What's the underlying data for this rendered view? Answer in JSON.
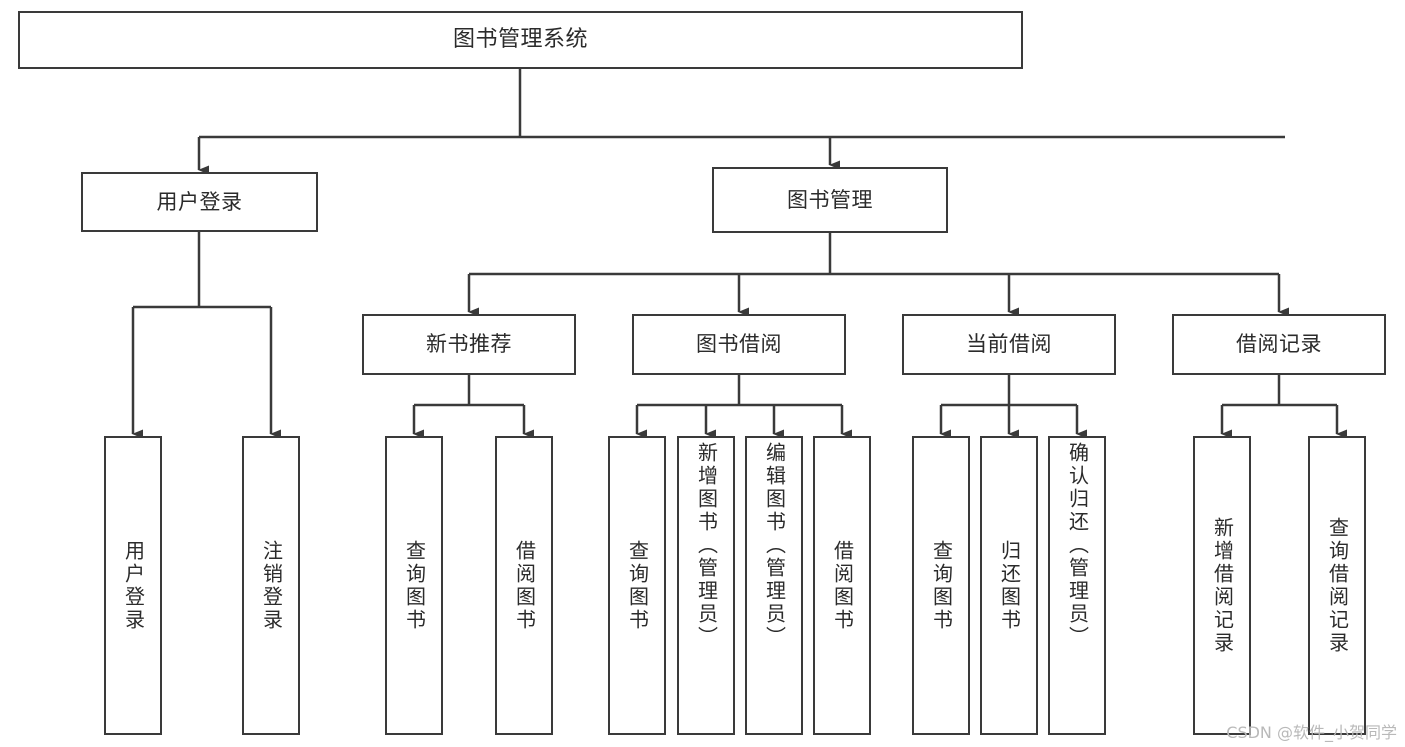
{
  "diagram": {
    "kind": "functional-structure-tree",
    "title": "图书管理系统",
    "stroke_color": "#3a3a3a",
    "background_color": "#ffffff",
    "text_color": "#2b2b2b"
  },
  "nodes": {
    "root": {
      "label": "图书管理系统"
    },
    "level2": [
      {
        "label": "用户登录"
      },
      {
        "label": "图书管理"
      }
    ],
    "level3": [
      {
        "label": "新书推荐"
      },
      {
        "label": "图书借阅"
      },
      {
        "label": "当前借阅"
      },
      {
        "label": "借阅记录"
      }
    ],
    "leaves": {
      "user_login": [
        {
          "label": "用户登录"
        },
        {
          "label": "注销登录"
        }
      ],
      "new_book_recommend": [
        {
          "label": "查询图书"
        },
        {
          "label": "借阅图书"
        }
      ],
      "book_borrow": [
        {
          "label": "查询图书"
        },
        {
          "label": "新增图书（管理员）"
        },
        {
          "label": "编辑图书（管理员）"
        },
        {
          "label": "借阅图书"
        }
      ],
      "current_borrow": [
        {
          "label": "查询图书"
        },
        {
          "label": "归还图书"
        },
        {
          "label": "确认归还（管理员）"
        }
      ],
      "borrow_record": [
        {
          "label": "新增借阅记录"
        },
        {
          "label": "查询借阅记录"
        }
      ]
    }
  },
  "watermark": {
    "text": "CSDN @软件_小贺同学"
  }
}
